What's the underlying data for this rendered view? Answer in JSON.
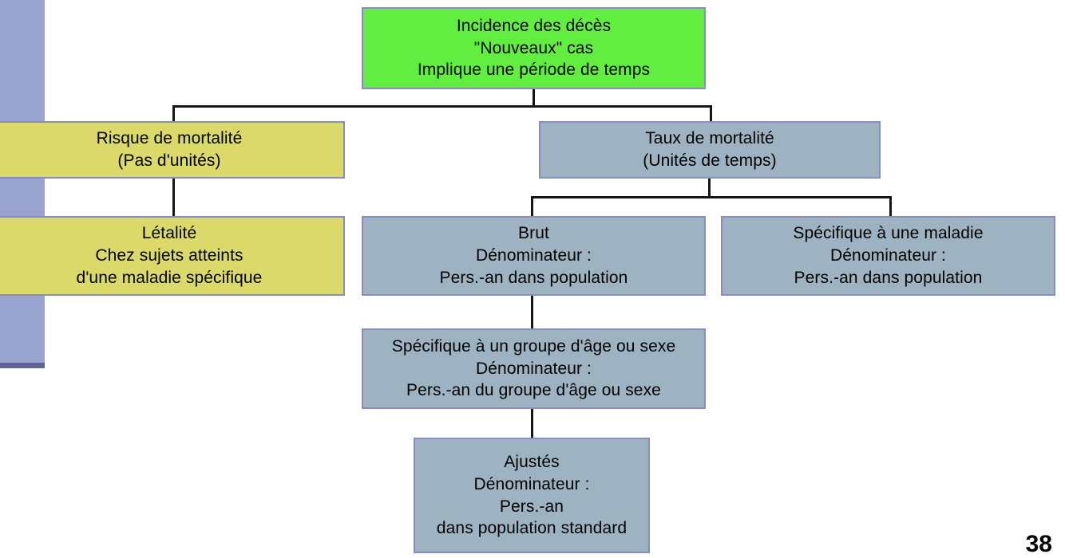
{
  "slide": {
    "page_number": "38",
    "accent_bar_color": "#98a3cf",
    "accent_bar_foot_color": "#5f6394"
  },
  "colors": {
    "root_fill": "#62ee41",
    "risk_branch_fill": "#dcd96b",
    "rate_branch_fill": "#9db3c2",
    "box_border": "#8a8cc0",
    "connector": "#151515"
  },
  "diagram": {
    "type": "flowchart",
    "nodes": [
      {
        "id": "incidence",
        "category": "root",
        "fill": "#62ee41",
        "lines": [
          "Incidence des décès",
          "\"Nouveaux\" cas",
          "Implique une période de temps"
        ]
      },
      {
        "id": "risque",
        "category": "risk",
        "fill": "#dcd96b",
        "lines": [
          "Risque de mortalité",
          "(Pas d'unités)"
        ]
      },
      {
        "id": "letalite",
        "category": "risk",
        "fill": "#dcd96b",
        "lines": [
          "Létalité",
          "Chez sujets atteints",
          "d'une maladie spécifique"
        ]
      },
      {
        "id": "taux",
        "category": "rate",
        "fill": "#9db3c2",
        "lines": [
          "Taux de mortalité",
          "(Unités de temps)"
        ]
      },
      {
        "id": "brut",
        "category": "rate",
        "fill": "#9db3c2",
        "lines": [
          "Brut",
          "Dénominateur :",
          "Pers.-an dans population"
        ]
      },
      {
        "id": "maladie",
        "category": "rate",
        "fill": "#9db3c2",
        "lines": [
          "Spécifique à une maladie",
          "Dénominateur :",
          "Pers.-an dans population"
        ]
      },
      {
        "id": "groupe",
        "category": "rate",
        "fill": "#9db3c2",
        "lines": [
          "Spécifique à un groupe d'âge ou sexe",
          "Dénominateur :",
          "Pers.-an du groupe d'âge ou sexe"
        ]
      },
      {
        "id": "ajustes",
        "category": "rate",
        "fill": "#9db3c2",
        "lines": [
          "Ajustés",
          "Dénominateur :",
          "Pers.-an",
          "dans population standard"
        ]
      }
    ],
    "edges": [
      {
        "from": "incidence",
        "to": "risque"
      },
      {
        "from": "incidence",
        "to": "taux"
      },
      {
        "from": "risque",
        "to": "letalite"
      },
      {
        "from": "taux",
        "to": "brut"
      },
      {
        "from": "taux",
        "to": "maladie"
      },
      {
        "from": "brut",
        "to": "groupe"
      },
      {
        "from": "groupe",
        "to": "ajustes"
      }
    ]
  }
}
